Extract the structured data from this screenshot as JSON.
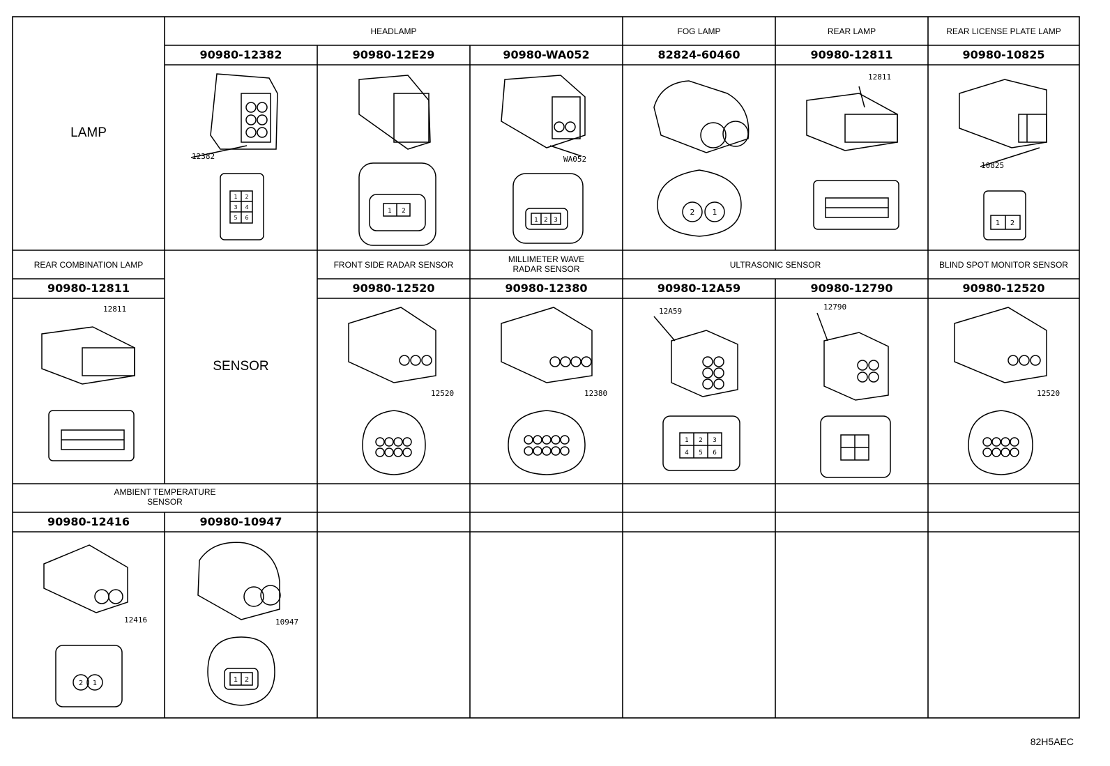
{
  "colors": {
    "line": "#000000",
    "background": "#ffffff"
  },
  "diagram_code": "82H5AEC",
  "groups": {
    "lamp": "LAMP",
    "sensor": "SENSOR"
  },
  "rows": [
    {
      "headers": [
        {
          "text": "HEADLAMP"
        },
        {
          "text": "FOG LAMP"
        },
        {
          "text": "REAR LAMP"
        },
        {
          "text": "REAR LICENSE PLATE LAMP"
        }
      ],
      "cells": [
        {
          "part": "90980-12382",
          "callout": "12382",
          "icon": "connector-6pin-icon"
        },
        {
          "part": "90980-12E29",
          "callout": "",
          "icon": "connector-2pin-icon"
        },
        {
          "part": "90980-WA052",
          "callout": "WA052",
          "icon": "connector-3pin-icon"
        },
        {
          "part": "82824-60460",
          "callout": "",
          "icon": "connector-2pin-round-icon"
        },
        {
          "part": "90980-12811",
          "callout": "12811",
          "icon": "connector-multipin-icon"
        },
        {
          "part": "90980-10825",
          "callout": "10825",
          "icon": "connector-2pin-icon"
        }
      ]
    },
    {
      "headers": [
        {
          "text": "REAR COMBINATION LAMP"
        },
        {
          "text": "FRONT SIDE RADAR SENSOR"
        },
        {
          "text": "MILLIMETER WAVE\nRADAR SENSOR"
        },
        {
          "text": "ULTRASONIC SENSOR"
        },
        {
          "text": "BLIND SPOT MONITOR SENSOR"
        }
      ],
      "cells": [
        {
          "part": "90980-12811",
          "callout": "12811",
          "icon": "connector-multipin-icon"
        },
        {
          "part": "90980-12520",
          "callout": "12520",
          "icon": "connector-8pin-icon"
        },
        {
          "part": "90980-12380",
          "callout": "12380",
          "icon": "connector-10pin-icon"
        },
        {
          "part": "90980-12A59",
          "callout": "12A59",
          "icon": "connector-6pin-icon"
        },
        {
          "part": "90980-12790",
          "callout": "12790",
          "icon": "connector-4pin-icon"
        },
        {
          "part": "90980-12520",
          "callout": "12520",
          "icon": "connector-8pin-icon"
        }
      ]
    },
    {
      "headers": [
        {
          "text": "AMBIENT TEMPERATURE\nSENSOR"
        }
      ],
      "cells": [
        {
          "part": "90980-12416",
          "callout": "12416",
          "icon": "connector-2pin-round-icon"
        },
        {
          "part": "90980-10947",
          "callout": "10947",
          "icon": "connector-2pin-icon"
        }
      ]
    }
  ]
}
